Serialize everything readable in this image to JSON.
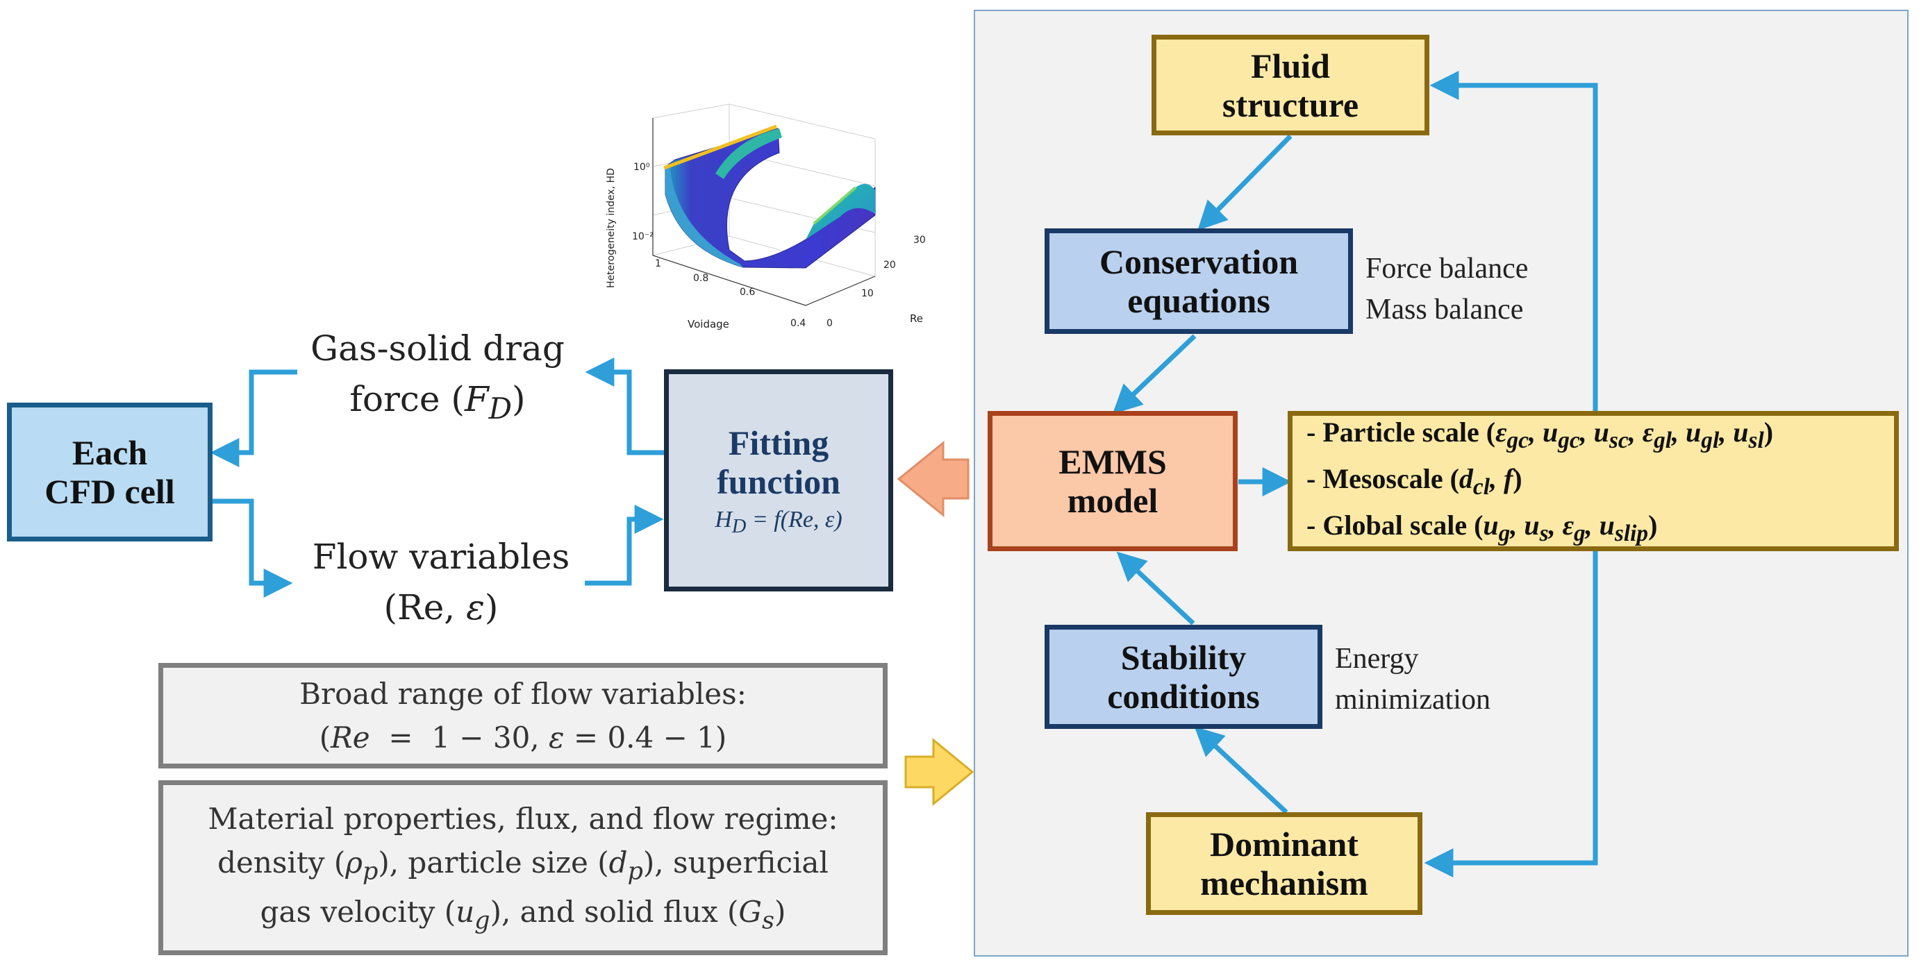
{
  "emms": {
    "fluid_structure": [
      "Fluid",
      "structure"
    ],
    "conservation": [
      "Conservation",
      "equations"
    ],
    "conservation_notes": [
      "Force balance",
      "Mass balance"
    ],
    "model": [
      "EMMS",
      "model"
    ],
    "stability": [
      "Stability",
      "conditions"
    ],
    "stability_notes": [
      "Energy",
      "minimization"
    ],
    "dominant": [
      "Dominant",
      "mechanism"
    ],
    "scales": {
      "particle_label": "- Particle scale (",
      "particle_vars": "εgc, ugc, usc, εgl, ugl, usl",
      "meso_label": "- Mesoscale (",
      "meso_vars": "dcl, f",
      "global_label": "- Global scale (",
      "global_vars": "ug, us, εg, uslip",
      "close": ")"
    }
  },
  "left": {
    "cell": [
      "Each",
      "CFD cell"
    ],
    "drag": [
      "Gas-solid drag",
      "force (FD)"
    ],
    "flow": [
      "Flow variables",
      "(Re, ε)"
    ],
    "fitting": [
      "Fitting",
      "function"
    ],
    "fitting_formula": "HD = f(Re, ε)",
    "range": [
      "Broad range of flow variables:",
      "(Re  =  1 − 30, ε = 0.4 − 1)"
    ],
    "material": [
      "Material properties, flux, and flow regime:",
      "density (ρp), particle size (dp), superficial",
      "gas velocity (ug), and solid flux (Gs)"
    ]
  },
  "surface_plot": {
    "zlabel": "Heterogeneity index, HD",
    "xlabel": "Voidage",
    "ylabel": "Re",
    "z_ticks": [
      "10⁰",
      "10⁻²"
    ],
    "x_ticks": [
      "1",
      "0.8",
      "0.6",
      "0.4"
    ],
    "y_ticks": [
      "0",
      "10",
      "20",
      "30"
    ]
  },
  "colors": {
    "arrow": "#2e9fd8",
    "yellow_fill": "#fde9a6",
    "blue_fill": "#b9d1ee",
    "orange_fill": "#fbc8a8"
  }
}
